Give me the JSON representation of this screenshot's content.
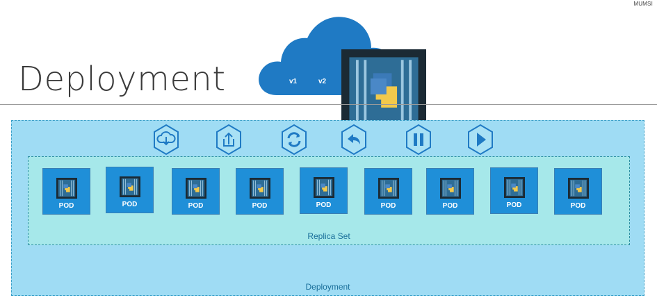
{
  "brand": "MUMSI",
  "title": "Deployment",
  "cloud": {
    "v1": "v1",
    "v2": "v2"
  },
  "deployment_box": {
    "label": "Deployment"
  },
  "replica_set": {
    "label": "Replica Set"
  },
  "actions": [
    "cloud-download-icon",
    "upload-icon",
    "refresh-icon",
    "undo-icon",
    "pause-icon",
    "play-icon"
  ],
  "pods": [
    {
      "label": "POD"
    },
    {
      "label": "POD"
    },
    {
      "label": "POD"
    },
    {
      "label": "POD"
    },
    {
      "label": "POD"
    },
    {
      "label": "POD"
    },
    {
      "label": "POD"
    },
    {
      "label": "POD"
    },
    {
      "label": "POD"
    }
  ],
  "colors": {
    "deployment_bg": "#9fdcf4",
    "replicaset_bg": "#a6e8ea",
    "pod_bg": "#1f8fd8",
    "cloud": "#1f7ac4",
    "icon_stroke": "#1f7ac4"
  }
}
